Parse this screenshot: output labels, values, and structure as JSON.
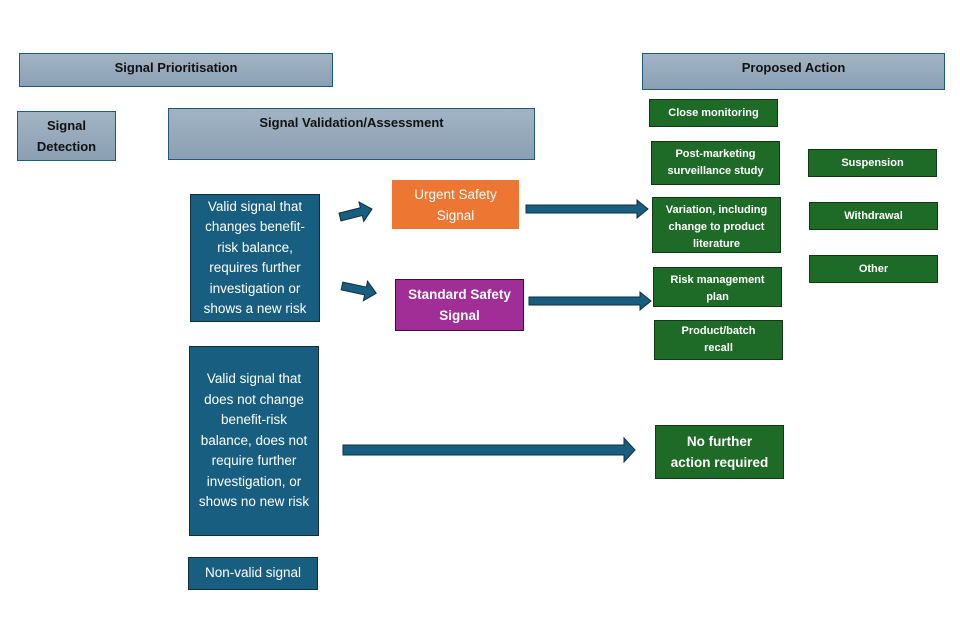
{
  "headers": {
    "prioritisation": "Signal Prioritisation",
    "proposed_action": "Proposed Action",
    "detection": "Signal Detection",
    "validation": "Signal Validation/Assessment"
  },
  "signals": {
    "valid_changes": "Valid signal that changes benefit-risk balance, requires further investigation or shows a new risk",
    "valid_no_change": "Valid signal that does not change benefit-risk balance, does not require further investigation, or shows no new risk",
    "non_valid": "Non-valid signal"
  },
  "safety_signals": {
    "urgent": "Urgent Safety Signal",
    "standard": "Standard Safety Signal"
  },
  "actions": {
    "close_monitoring": "Close monitoring",
    "post_marketing": "Post-marketing surveillance study",
    "variation": "Variation, including change to product literature",
    "risk_management": "Risk management plan",
    "recall": "Product/batch recall",
    "suspension": "Suspension",
    "withdrawal": "Withdrawal",
    "other": "Other",
    "no_further": "No further action required"
  },
  "colors": {
    "header": "#97abbd",
    "signal_blue": "#175e80",
    "action_green": "#1e6b27",
    "urgent_orange": "#ec7632",
    "standard_purple": "#a12e97"
  }
}
